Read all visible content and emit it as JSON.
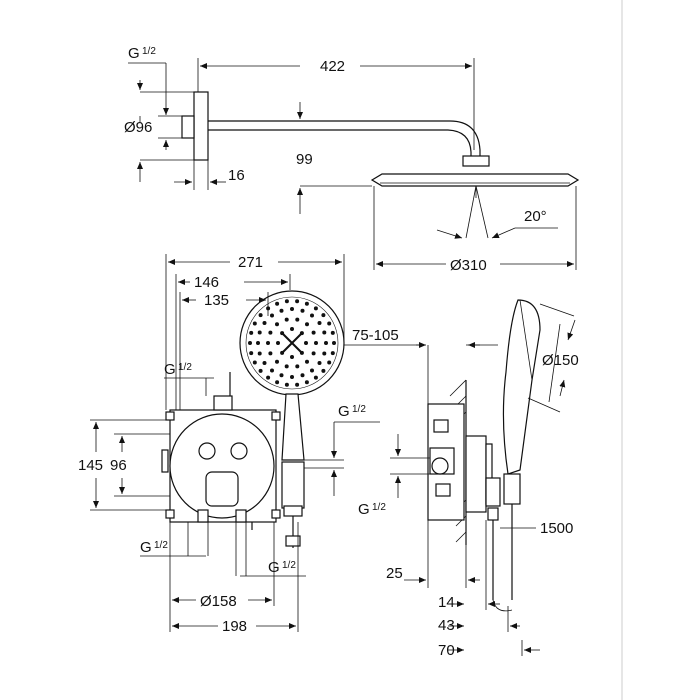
{
  "dimensions": {
    "d422": "422",
    "g_top": "G",
    "g_top_frac": "1/2",
    "d96": "Ø96",
    "d99": "99",
    "d16": "16",
    "d20deg": "20°",
    "d310": "Ø310",
    "d271": "271",
    "d146": "146",
    "d135": "135",
    "g_mid": "G",
    "g_mid_frac": "1/2",
    "d145": "145",
    "d96b": "96",
    "g_right": "G",
    "g_right_frac": "1/2",
    "g_bl": "G",
    "g_bl_frac": "1/2",
    "g_br": "G",
    "g_br_frac": "1/2",
    "d158": "Ø158",
    "d198": "198",
    "d75_105": "75-105",
    "d150": "Ø150",
    "g_side": "G",
    "g_side_frac": "1/2",
    "d1500": "1500",
    "d25": "25",
    "d14": "14",
    "d43": "43",
    "d70": "70"
  }
}
